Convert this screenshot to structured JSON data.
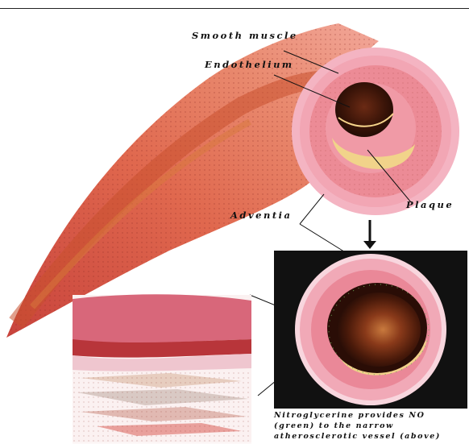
{
  "labels": {
    "smooth_muscle": "Smooth muscle",
    "endothelium": "Endothelium",
    "plaque": "Plaque",
    "adventia": "Adventia"
  },
  "caption": "Nitroglycerine provides NO (green) to the narrow atherosclerotic vessel (above)"
}
